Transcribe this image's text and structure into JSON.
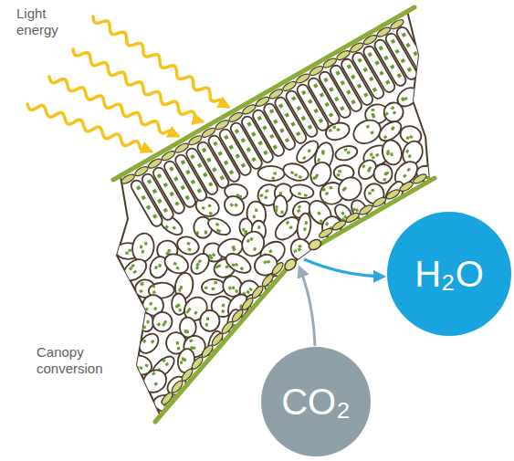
{
  "diagram": {
    "nodes": [
      {
        "text": [
          "H₂O"
        ]
      },
      {
        "text": [
          "CO₂"
        ]
      }
    ],
    "labels": [
      "Light energy",
      "Canopy conversion"
    ]
  }
}
